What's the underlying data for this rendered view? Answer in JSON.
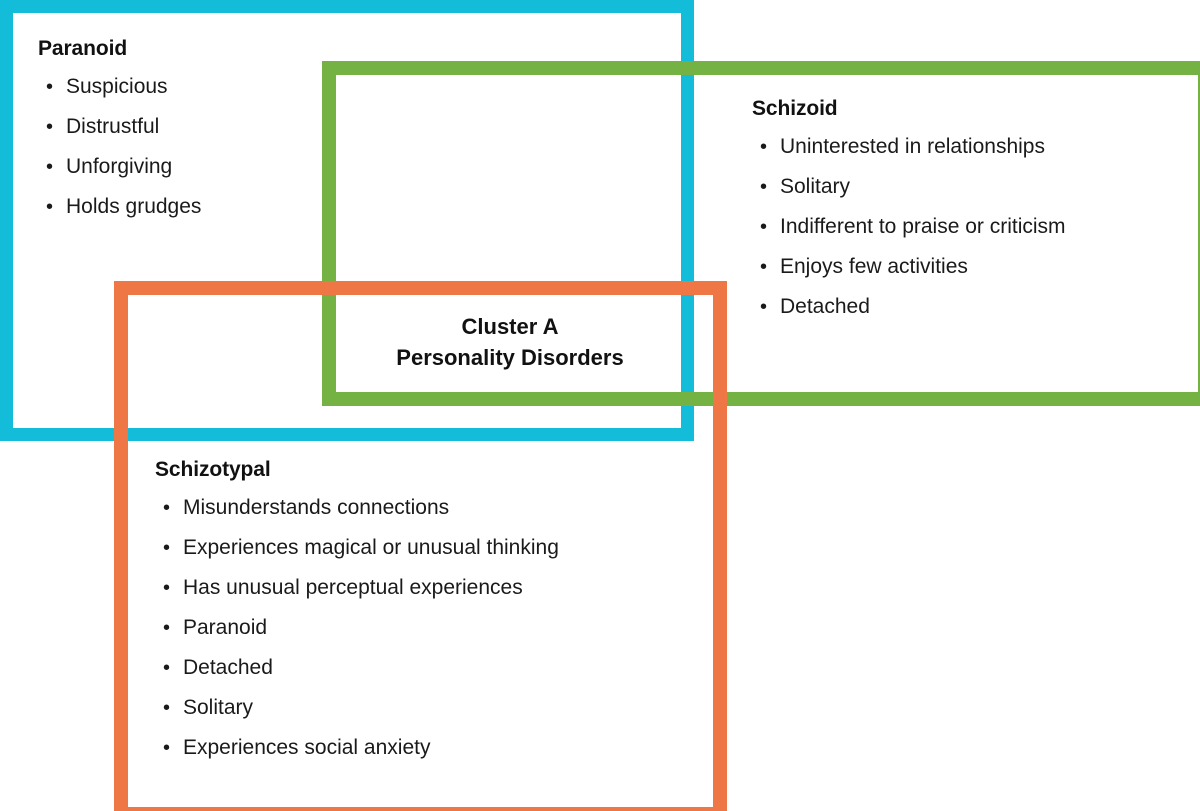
{
  "diagram": {
    "center_label": {
      "line1": "Cluster A",
      "line2": "Personality Disorders"
    },
    "colors": {
      "paranoid_border": "#13bcd9",
      "schizoid_border": "#74b343",
      "schizotypal_border": "#ef7745",
      "text": "#111111",
      "background": "#ffffff"
    },
    "groups": [
      {
        "id": "paranoid",
        "title": "Paranoid",
        "traits": [
          "Suspicious",
          "Distrustful",
          "Unforgiving",
          "Holds grudges"
        ]
      },
      {
        "id": "schizoid",
        "title": "Schizoid",
        "traits": [
          "Uninterested in relationships",
          "Solitary",
          "Indifferent to praise or criticism",
          "Enjoys few activities",
          "Detached"
        ]
      },
      {
        "id": "schizotypal",
        "title": "Schizotypal",
        "traits": [
          "Misunderstands connections",
          "Experiences magical or unusual thinking",
          "Has unusual perceptual experiences",
          "Paranoid",
          "Detached",
          "Solitary",
          "Experiences social anxiety"
        ]
      }
    ],
    "bullet_glyph": "•"
  }
}
